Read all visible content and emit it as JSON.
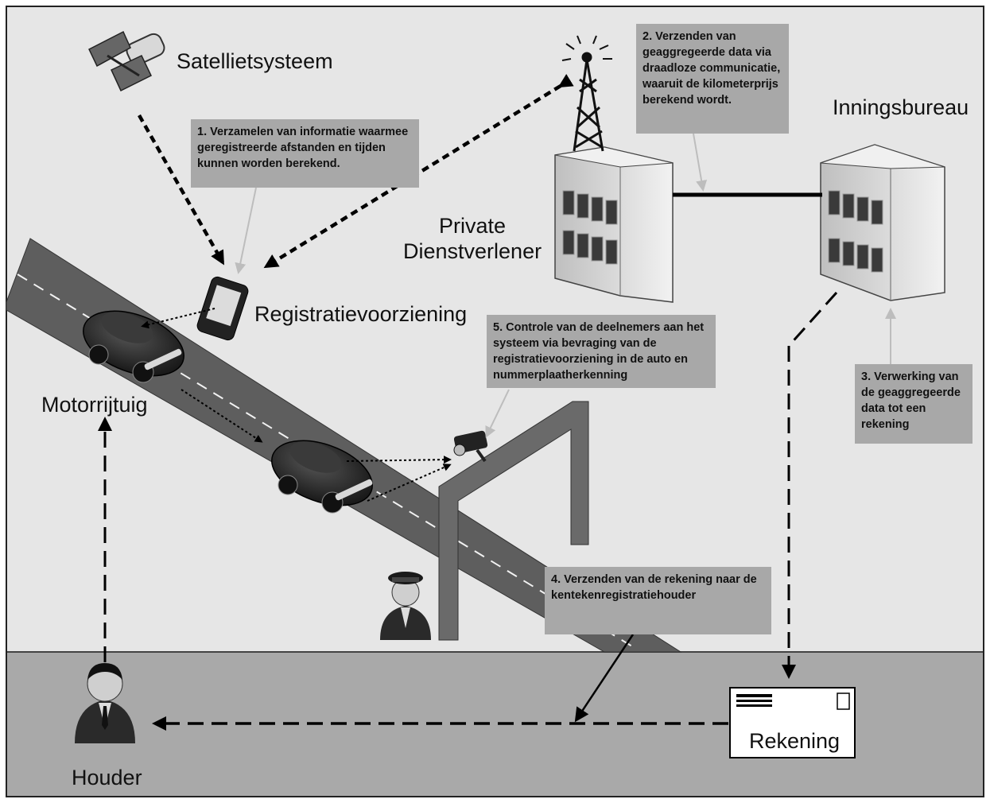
{
  "labels": {
    "satellite": "Satellietsysteem",
    "private_provider": "Private\nDienstverlener",
    "collection_office": "Inningsbureau",
    "recording_device": "Registratievoorziening",
    "vehicle": "Motorrijtuig",
    "holder": "Houder",
    "invoice": "Rekening"
  },
  "steps": {
    "step1": "1. Verzamelen van informatie waarmee\ngeregistreerde afstanden en tijden\nkunnen worden berekend.",
    "step2": "2. Verzenden van\ngeaggregeerde data via\ndraadloze communicatie,\nwaaruit de kilometerprijs\nberekend wordt.",
    "step3": "3. Verwerking van\nde geaggregeerde\ndata tot een\nrekening",
    "step4": "4. Verzenden van de rekening naar de\nkentekenregistratiehouder",
    "step5": "5. Controle van de deelnemers aan het\nsysteem via bevraging van de\nregistratievoorziening in de auto en\nnummerplaatherkenning"
  },
  "colors": {
    "background": "#e6e6e6",
    "ground": "#a9a9a9",
    "road": "#5e5e5e",
    "callout": "#a8a8a8"
  }
}
